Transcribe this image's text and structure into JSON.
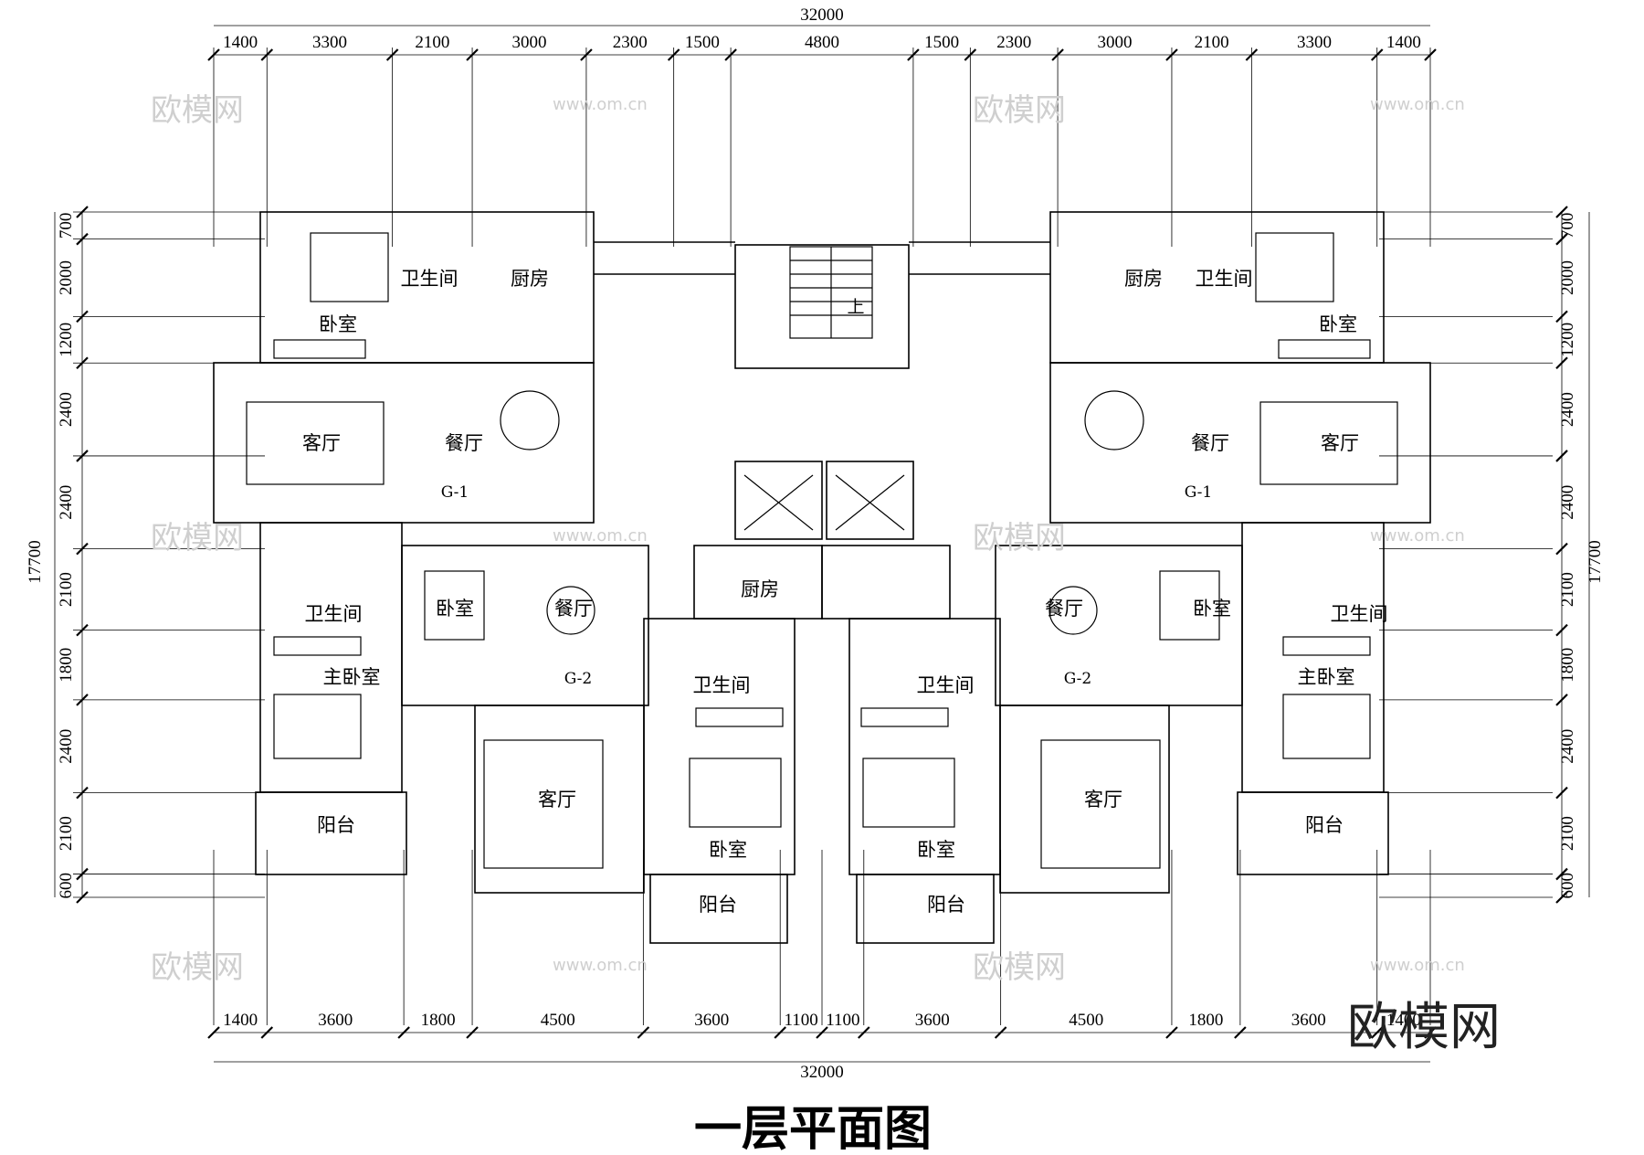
{
  "title": "一层平面图",
  "logo": "欧模网",
  "watermark_text": "欧模网",
  "watermark_url": "www.om.cn",
  "top_total": "32000",
  "top_dims": [
    "1400",
    "3300",
    "2100",
    "3000",
    "2300",
    "1500",
    "4800",
    "1500",
    "2300",
    "3000",
    "2100",
    "3300",
    "1400"
  ],
  "bottom_total": "32000",
  "bottom_dims": [
    "1400",
    "3600",
    "1800",
    "4500",
    "3600",
    "1100",
    "1100",
    "3600",
    "4500",
    "1800",
    "3600",
    "1400"
  ],
  "left_total": "17700",
  "right_total": "17700",
  "side_dims": [
    "700",
    "2000",
    "1200",
    "2400",
    "2400",
    "2100",
    "1800",
    "2400",
    "2100",
    "600"
  ],
  "rooms": {
    "bedroom": "卧室",
    "master_bedroom": "主卧室",
    "bathroom": "卫生间",
    "kitchen": "厨房",
    "living": "客厅",
    "dining": "餐厅",
    "balcony": "阳台",
    "up": "上",
    "g1": "G-1",
    "g2": "G-2"
  }
}
